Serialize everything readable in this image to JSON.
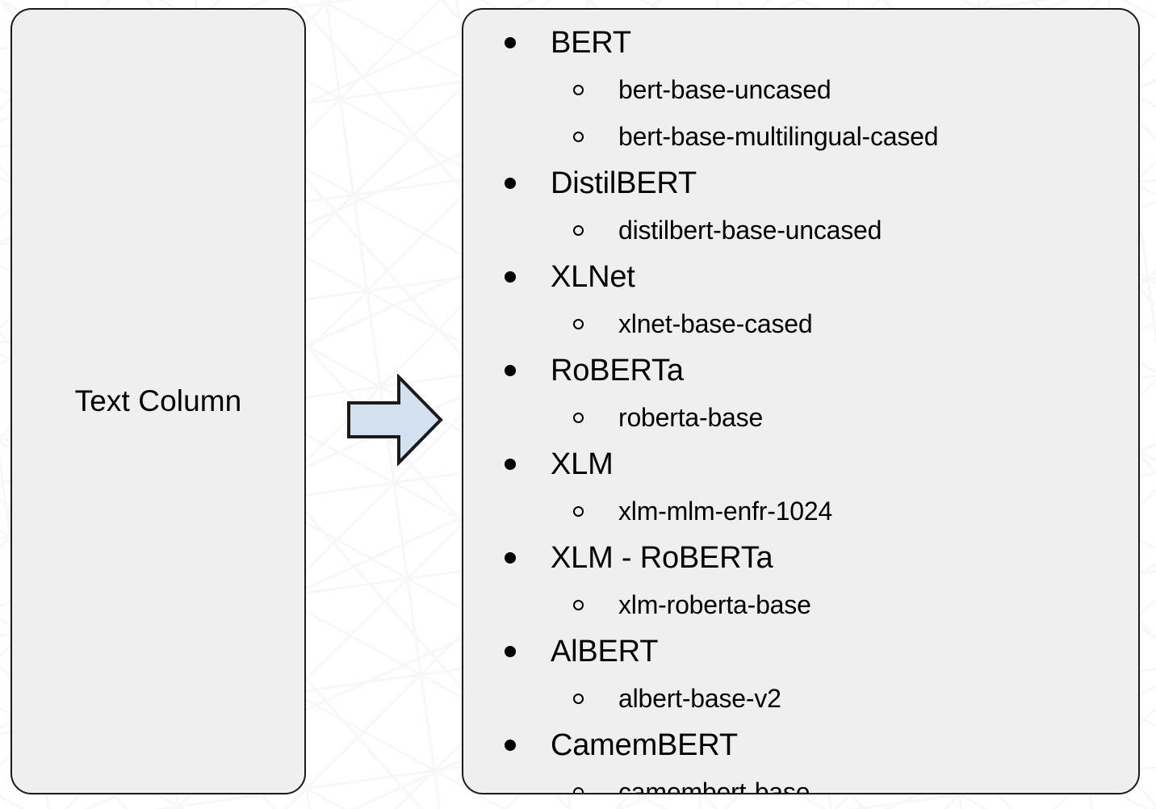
{
  "background": {
    "color": "#ffffff",
    "watermark": "faint-crosshatch-mesh"
  },
  "source_box": {
    "label": "Text Column",
    "fill_color": "#efefef",
    "border_color": "#1a1a1a"
  },
  "arrow": {
    "icon": "right-arrow-icon",
    "direction": "right",
    "fill_color": "#d3e0ef",
    "stroke_color": "#1a1a1a"
  },
  "target_box": {
    "fill_color": "#efefef",
    "border_color": "#1a1a1a",
    "groups": [
      {
        "label": "BERT",
        "children": [
          "bert-base-uncased",
          "bert-base-multilingual-cased"
        ]
      },
      {
        "label": "DistilBERT",
        "children": [
          "distilbert-base-uncased"
        ]
      },
      {
        "label": "XLNet",
        "children": [
          "xlnet-base-cased"
        ]
      },
      {
        "label": "RoBERTa",
        "children": [
          "roberta-base"
        ]
      },
      {
        "label": "XLM",
        "children": [
          "xlm-mlm-enfr-1024"
        ]
      },
      {
        "label": "XLM - RoBERTa",
        "children": [
          "xlm-roberta-base"
        ]
      },
      {
        "label": "AlBERT",
        "children": [
          "albert-base-v2"
        ]
      },
      {
        "label": "CamemBERT",
        "children": [
          "camembert-base"
        ]
      }
    ]
  }
}
